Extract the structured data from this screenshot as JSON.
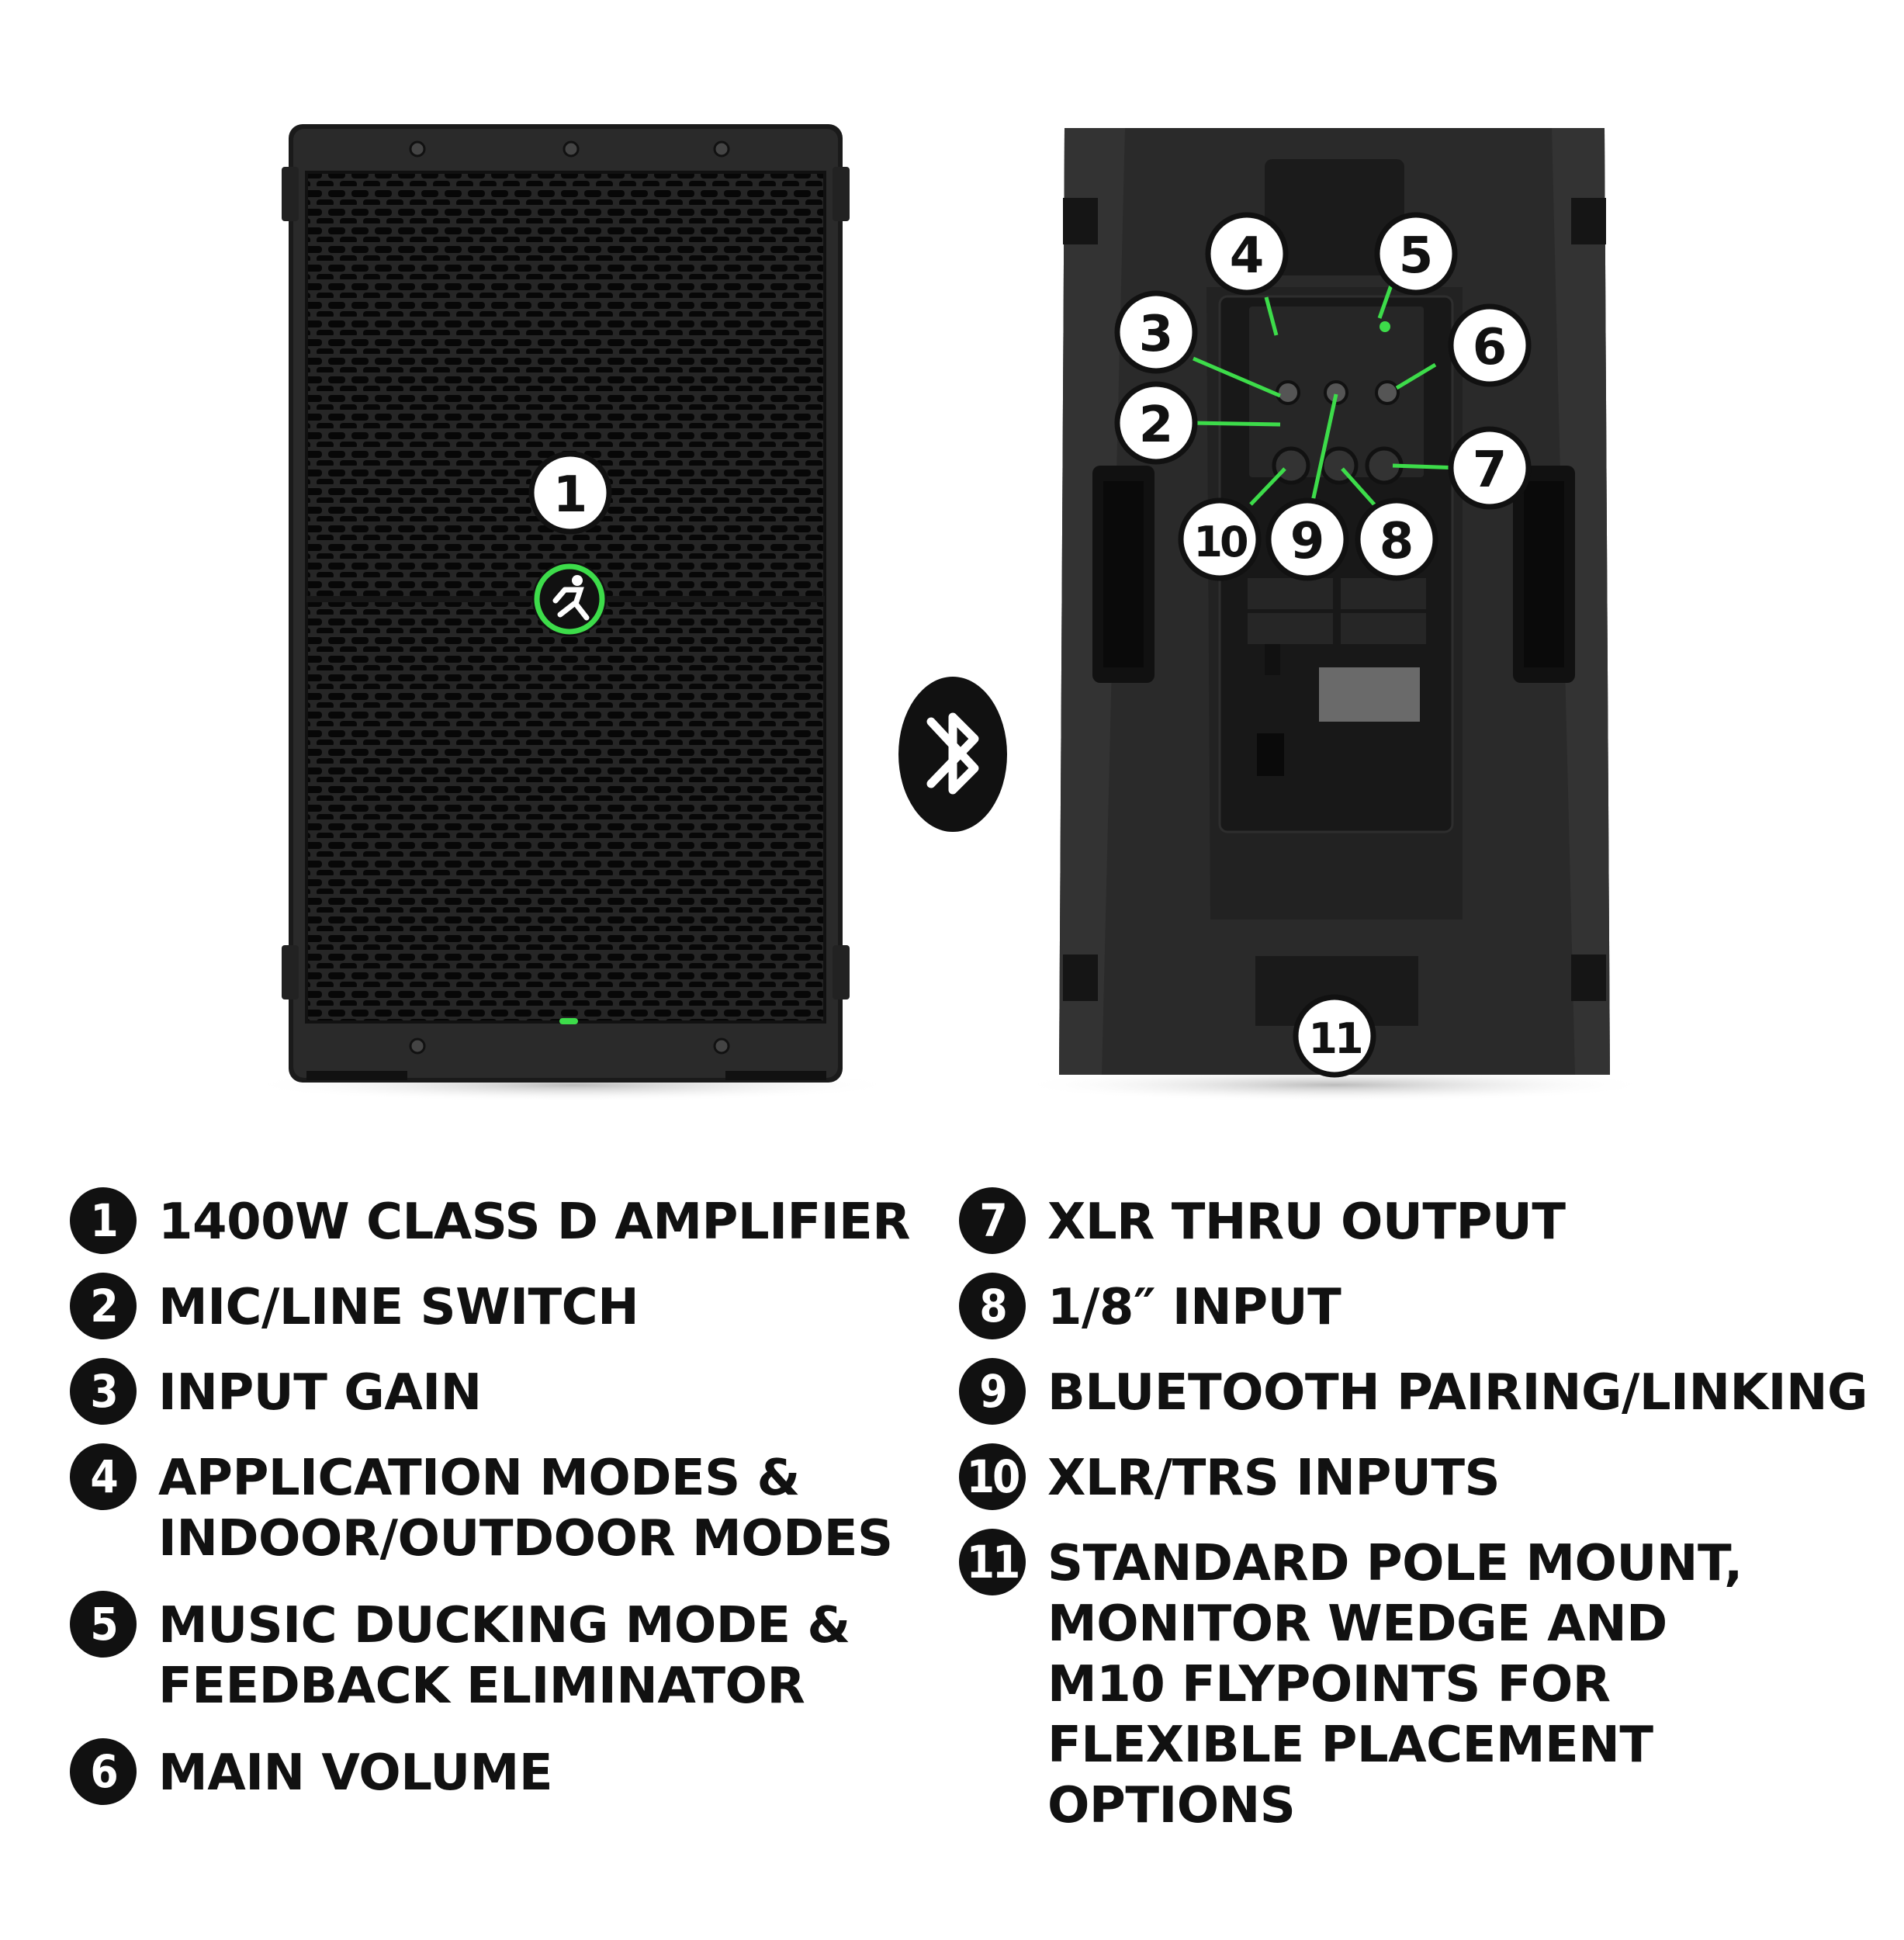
{
  "callouts": [
    {
      "num": "1"
    },
    {
      "num": "2"
    },
    {
      "num": "3"
    },
    {
      "num": "4"
    },
    {
      "num": "5"
    },
    {
      "num": "6"
    },
    {
      "num": "7"
    },
    {
      "num": "8"
    },
    {
      "num": "9"
    },
    {
      "num": "10"
    },
    {
      "num": "11"
    }
  ],
  "legend": {
    "left": [
      {
        "num": "1",
        "text": "1400W CLASS D AMPLIFIER"
      },
      {
        "num": "2",
        "text": "MIC/LINE SWITCH"
      },
      {
        "num": "3",
        "text": "INPUT GAIN"
      },
      {
        "num": "4",
        "text": "APPLICATION MODES &\nINDOOR/OUTDOOR MODES"
      },
      {
        "num": "5",
        "text": "MUSIC DUCKING MODE &\nFEEDBACK ELIMINATOR"
      },
      {
        "num": "6",
        "text": "MAIN VOLUME"
      }
    ],
    "right": [
      {
        "num": "7",
        "text": "XLR THRU OUTPUT"
      },
      {
        "num": "8",
        "text": "1/8″ INPUT"
      },
      {
        "num": "9",
        "text": "BLUETOOTH PAIRING/LINKING"
      },
      {
        "num": "10",
        "text": "XLR/TRS INPUTS"
      },
      {
        "num": "11",
        "text": "STANDARD POLE MOUNT,\nMONITOR WEDGE AND\nM10 FLYPOINTS FOR\nFLEXIBLE PLACEMENT\nOPTIONS"
      }
    ]
  },
  "colors": {
    "accent": "#3ddc4a",
    "speaker_body": "#1b1b1b",
    "badge": "#111111"
  }
}
